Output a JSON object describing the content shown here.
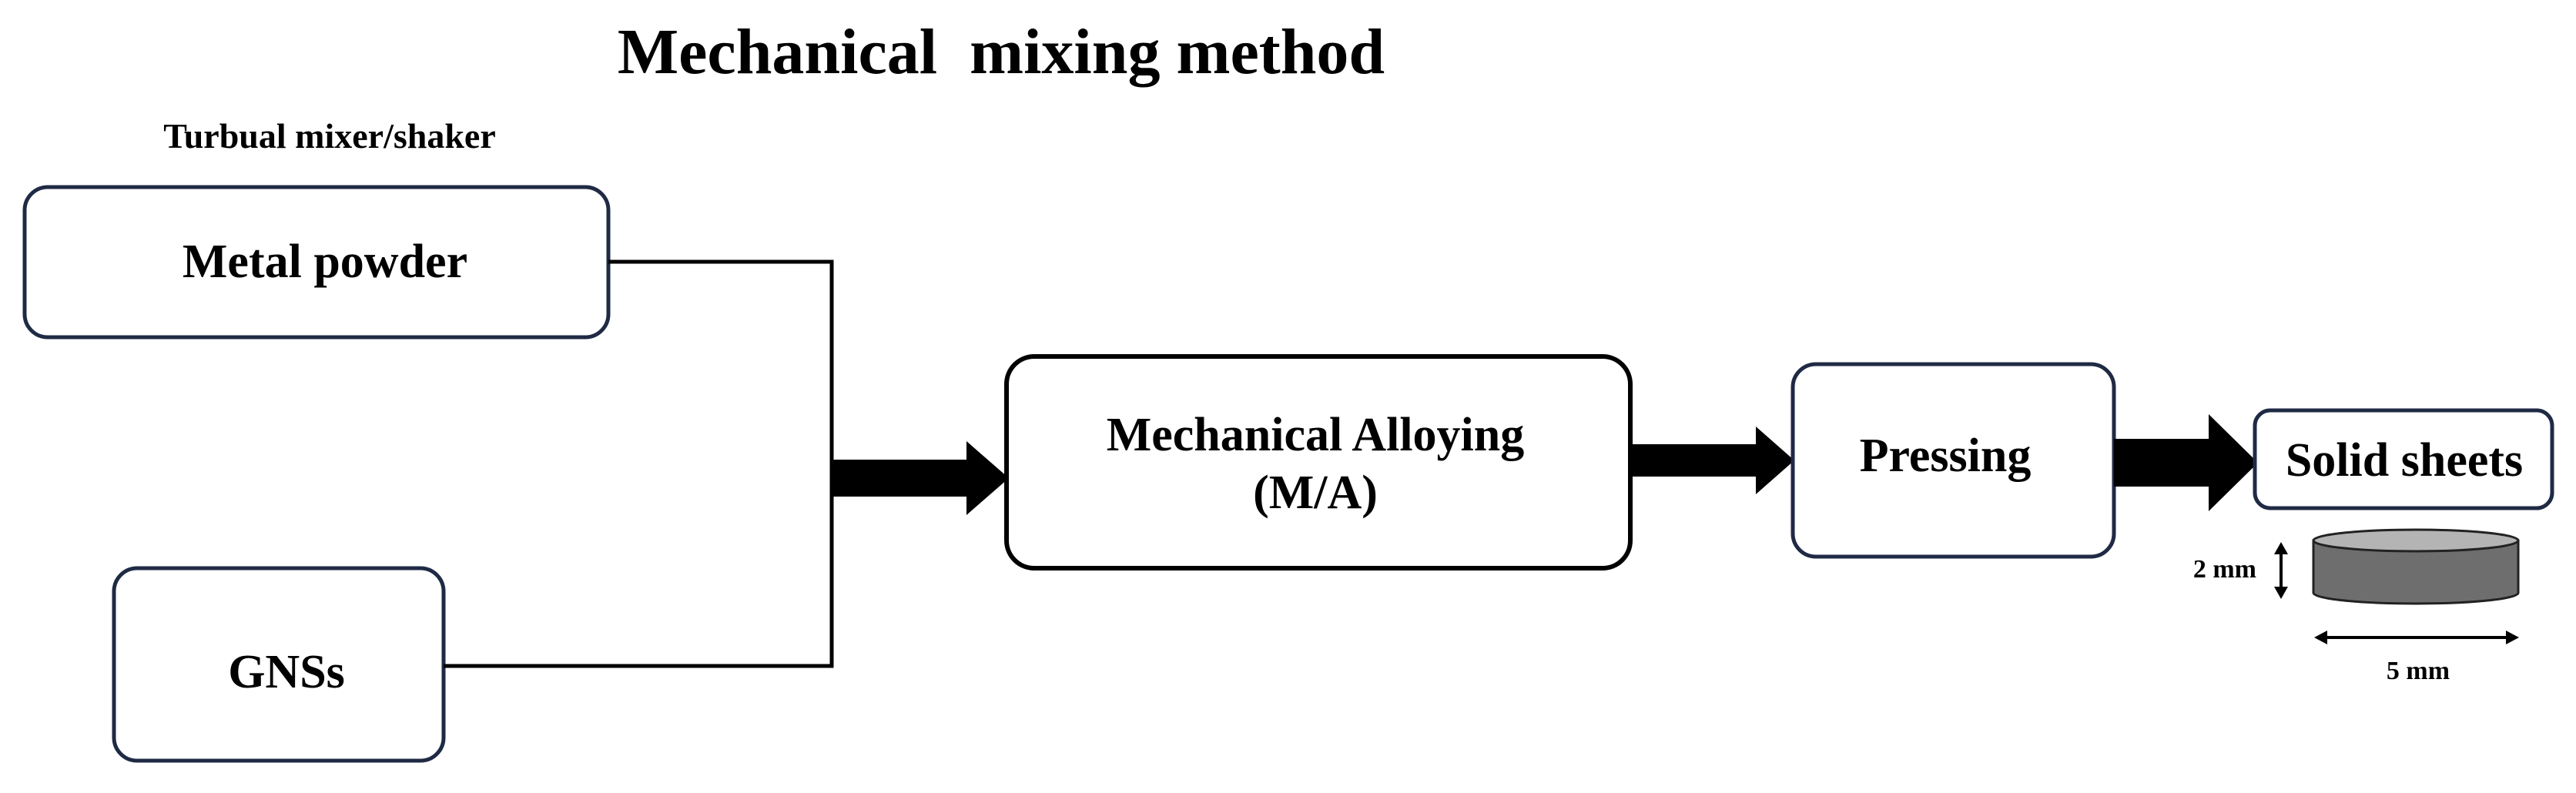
{
  "title": "Mechanical  mixing method",
  "mixer_label": "Turbual mixer/shaker",
  "boxes": {
    "metal_powder": "Metal powder",
    "gnss": "GNSs",
    "mechanical_alloying_line1": "Mechanical Alloying",
    "mechanical_alloying_line2": "(M/A)",
    "pressing": "Pressing",
    "solid_sheets": "Solid sheets"
  },
  "dimensions": {
    "thickness": "2 mm",
    "diameter": "5 mm"
  },
  "colors": {
    "box_border": "#1f2a44",
    "arrow": "#000000",
    "disc_top": "#b4b4b4",
    "disc_side": "#6e6e6e"
  }
}
